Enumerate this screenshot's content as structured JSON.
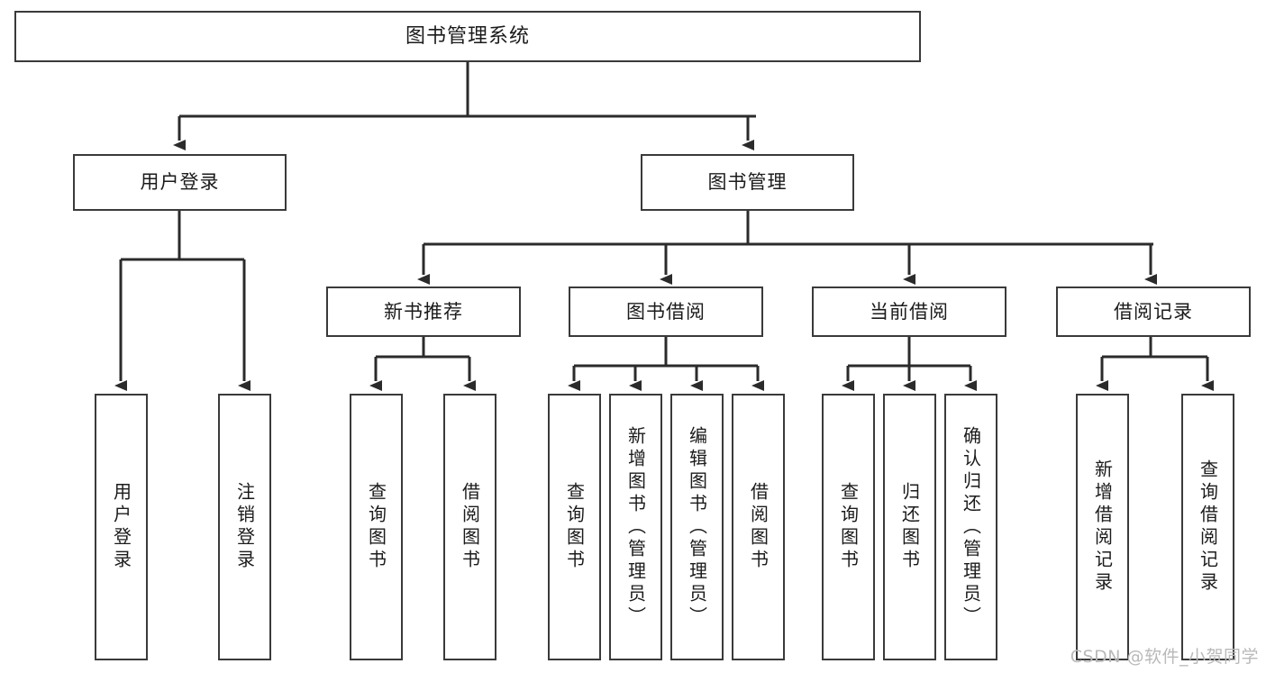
{
  "diagram": {
    "title": "图书管理系统",
    "type": "tree-hierarchy-diagram",
    "colors": {
      "box_border": "#3a3a3a",
      "box_fill": "#ffffff",
      "connector": "#2b2b2b",
      "text": "#1b1b1b",
      "watermark": "#b9b9b9"
    },
    "root": {
      "label": "图书管理系统"
    },
    "level2": [
      {
        "label": "用户登录"
      },
      {
        "label": "图书管理"
      }
    ],
    "level3": [
      {
        "label": "新书推荐"
      },
      {
        "label": "图书借阅"
      },
      {
        "label": "当前借阅"
      },
      {
        "label": "借阅记录"
      }
    ],
    "leaves": {
      "user_login": [
        {
          "label": "用户登录"
        },
        {
          "label": "注销登录"
        }
      ],
      "new_book_recommend": [
        {
          "label": "查询图书"
        },
        {
          "label": "借阅图书"
        }
      ],
      "book_borrow": [
        {
          "label": "查询图书"
        },
        {
          "label": "新增图书（管理员）"
        },
        {
          "label": "编辑图书（管理员）"
        },
        {
          "label": "借阅图书"
        }
      ],
      "current_borrow": [
        {
          "label": "查询图书"
        },
        {
          "label": "归还图书"
        },
        {
          "label": "确认归还（管理员）"
        }
      ],
      "borrow_record": [
        {
          "label": "新增借阅记录"
        },
        {
          "label": "查询借阅记录"
        }
      ]
    }
  },
  "watermark": {
    "text": "CSDN @软件_小贺同学"
  }
}
